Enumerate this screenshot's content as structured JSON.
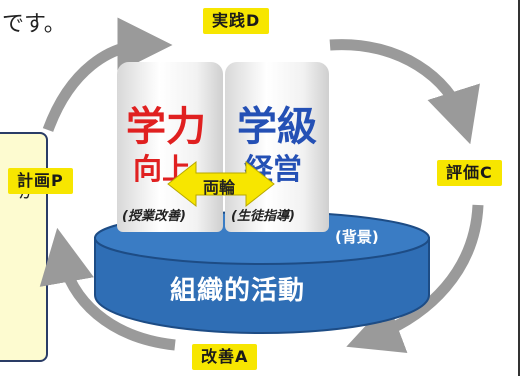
{
  "top_text": "です。",
  "labels": {
    "plan": "計画P",
    "do": "実践D",
    "check": "評価C",
    "act": "改善A"
  },
  "cups": {
    "left_main": "学力",
    "left_sub": "向上",
    "left_note": "(授業改善)",
    "right_main": "学級",
    "right_sub": "経営",
    "right_note": "(生徒指導)",
    "wheels": "両輪"
  },
  "base": {
    "background": "(背景)",
    "main": "組織的活動"
  },
  "left_box_char": "か",
  "colors": {
    "tag": "#f7e600",
    "left_cup_text": "#e02020",
    "right_cup_text": "#2450b5",
    "base_blue": "#2f6eb5",
    "arrow_gray": "#9a9a9a",
    "side_box": "#fdfbd0"
  }
}
